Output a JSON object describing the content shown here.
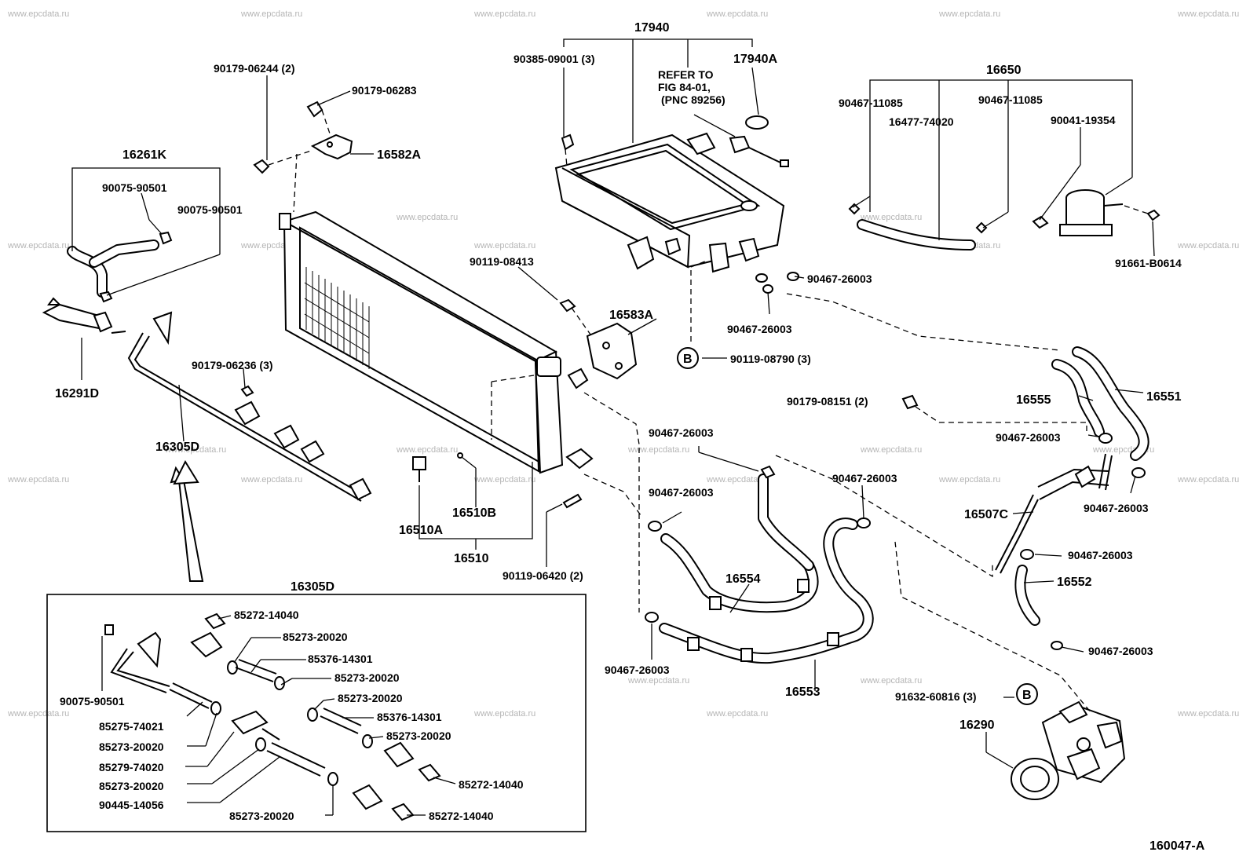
{
  "labels": {
    "l17940": "17940",
    "l90385_09001": "90385-09001 (3)",
    "l_refer1": "REFER TO",
    "l_refer2": "FIG 84-01,",
    "l_refer3": "(PNC 89256)",
    "l17940A": "17940A",
    "l16650": "16650",
    "l90467_11085_a": "90467-11085",
    "l90467_11085_b": "90467-11085",
    "l16477_74020": "16477-74020",
    "l90041_19354": "90041-19354",
    "l91661_B0614": "91661-B0614",
    "l90179_06244": "90179-06244 (2)",
    "l90179_06283": "90179-06283",
    "l16582A": "16582A",
    "l16261K": "16261K",
    "l90075_90501_a": "90075-90501",
    "l90075_90501_b": "90075-90501",
    "l16291D": "16291D",
    "l90119_08413": "90119-08413",
    "l16583A": "16583A",
    "l90467_26003_a": "90467-26003",
    "l90467_26003_b": "90467-26003",
    "lB1": "B",
    "l90119_08790": "90119-08790 (3)",
    "l90179_06236": "90179-06236 (3)",
    "l16305D_a": "16305D",
    "l90179_08151": "90179-08151 (2)",
    "l16555": "16555",
    "l16551": "16551",
    "l90467_26003_c": "90467-26003",
    "l90467_26003_d": "90467-26003",
    "l90467_26003_e": "90467-26003",
    "l90467_26003_f": "90467-26003",
    "l16507C": "16507C",
    "l90467_26003_g": "90467-26003",
    "l90467_26003_h": "90467-26003",
    "l16552": "16552",
    "l16510B": "16510B",
    "l16510A": "16510A",
    "l16510": "16510",
    "l90119_06420": "90119-06420 (2)",
    "l16554": "16554",
    "l90467_26003_i": "90467-26003",
    "l90467_26003_j": "90467-26003",
    "l16553": "16553",
    "l91632_60816": "91632-60816 (3)",
    "lB2": "B",
    "l16290": "16290",
    "l16305D_b": "16305D",
    "l85272_14040_a": "85272-14040",
    "l85273_20020_a": "85273-20020",
    "l85376_14301_a": "85376-14301",
    "l85273_20020_b": "85273-20020",
    "l90075_90501_c": "90075-90501",
    "l85273_20020_c": "85273-20020",
    "l85376_14301_b": "85376-14301",
    "l85273_20020_d": "85273-20020",
    "l85275_74021": "85275-74021",
    "l85273_20020_e": "85273-20020",
    "l85279_74020": "85279-74020",
    "l85273_20020_f": "85273-20020",
    "l90445_14056": "90445-14056",
    "l85272_14040_b": "85272-14040",
    "l85273_20020_g": "85273-20020",
    "l85272_14040_c": "85272-14040",
    "l160047A": "160047-A"
  },
  "watermark": "www.epcdata.ru"
}
